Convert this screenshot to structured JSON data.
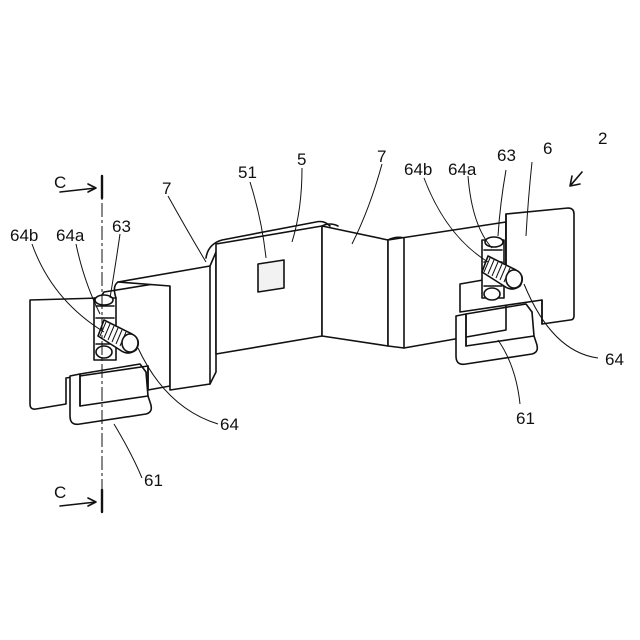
{
  "labels": {
    "assembly": "2",
    "plate_center": "5",
    "hole": "51",
    "bend_left": "7",
    "bend_right": "7",
    "end_plate": "6",
    "nut_left": "63",
    "nut_right": "63",
    "bolt_a_left": "64a",
    "bolt_b_left": "64b",
    "bolt_a_right": "64a",
    "bolt_b_right": "64b",
    "bolt_left": "64",
    "bolt_right": "64",
    "clip_left": "61",
    "clip_right": "61",
    "section_top": "C",
    "section_bottom": "C"
  }
}
